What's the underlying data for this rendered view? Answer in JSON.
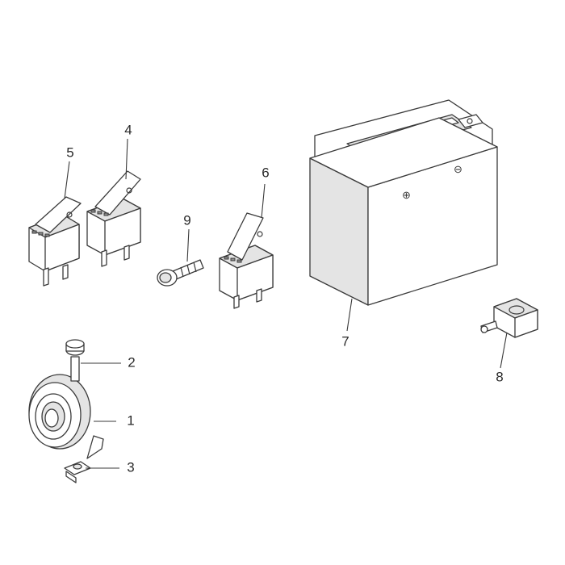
{
  "callouts": {
    "c1": "1",
    "c2": "2",
    "c3": "3",
    "c4": "4",
    "c5": "5",
    "c6": "6",
    "c7": "7",
    "c8": "8",
    "c9": "9"
  },
  "colors": {
    "line": "#3a3a3a",
    "shade": "#e4e4e4",
    "background": "#ffffff"
  }
}
